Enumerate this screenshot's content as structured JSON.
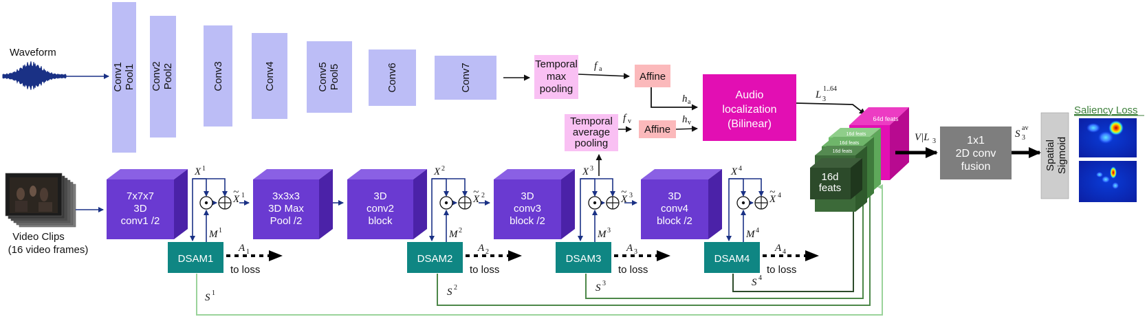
{
  "colors": {
    "audio_conv": "#bcbdf6",
    "pink_light": "#f9c0f3",
    "affine": "#fbb9bb",
    "magenta": "#e20fb3",
    "purple_front": "#6a3ad1",
    "purple_top": "#8a60e4",
    "purple_side": "#4b22a8",
    "teal": "#0f8683",
    "fusion_gray": "#7e7e7e",
    "sigmoid_gray": "#cdcdcd",
    "arrow_blue": "#1a3185",
    "green_dark": "#2c4a2a",
    "green_mid": "#4c8748",
    "green_light": "#9ad39a"
  },
  "audio": {
    "waveform_label": "Waveform",
    "conv_layers": [
      {
        "line1": "Conv1",
        "line2": "Pool1"
      },
      {
        "line1": "Conv2",
        "line2": "Pool2"
      },
      {
        "line1": "Conv3",
        "line2": ""
      },
      {
        "line1": "Conv4",
        "line2": ""
      },
      {
        "line1": "Conv5",
        "line2": "Pool5"
      },
      {
        "line1": "Conv6",
        "line2": ""
      },
      {
        "line1": "Conv7",
        "line2": ""
      }
    ],
    "temporal_max_pooling": [
      "Temporal",
      "max",
      "pooling"
    ],
    "f_a": "f",
    "f_a_sub": "a",
    "affine_a": "Affine",
    "h_a": "h",
    "h_a_sub": "a"
  },
  "visual_branch": {
    "temporal_average_pooling": [
      "Temporal",
      "average",
      "pooling"
    ],
    "f_v": "f",
    "f_v_sub": "v",
    "affine_v": "Affine",
    "h_v": "h",
    "h_v_sub": "v"
  },
  "audio_localization": [
    "Audio",
    "localization",
    "(Bilinear)"
  ],
  "l3_label": "L",
  "l3_sub": "3",
  "l3_sup": "1..64",
  "video": {
    "label_line1": "Video Clips",
    "label_line2": "(16 video frames)"
  },
  "blocks_3d": [
    {
      "lines": [
        "7x7x7",
        "3D",
        "conv1 /2"
      ]
    },
    {
      "lines": [
        "3x3x3",
        "3D Max",
        "Pool /2"
      ]
    },
    {
      "lines": [
        "3D",
        "conv2",
        "block"
      ]
    },
    {
      "lines": [
        "3D",
        "conv3",
        "block /2"
      ]
    },
    {
      "lines": [
        "3D",
        "conv4",
        "block /2"
      ]
    }
  ],
  "dsam": [
    {
      "label": "DSAM1",
      "x_sym": "X",
      "x_sup": "1",
      "xt_sup": "1",
      "m_sup": "1",
      "a_sub": "1",
      "s_sup": "1",
      "to_loss": "to loss"
    },
    {
      "label": "DSAM2",
      "x_sym": "X",
      "x_sup": "2",
      "xt_sup": "2",
      "m_sup": "2",
      "a_sub": "2",
      "s_sup": "2",
      "to_loss": "to loss"
    },
    {
      "label": "DSAM3",
      "x_sym": "X",
      "x_sup": "3",
      "xt_sup": "3",
      "m_sup": "3",
      "a_sub": "3",
      "s_sup": "3",
      "to_loss": "to loss"
    },
    {
      "label": "DSAM4",
      "x_sym": "X",
      "x_sup": "4",
      "xt_sup": "4",
      "m_sup": "4",
      "a_sub": "4",
      "s_sup": "4",
      "to_loss": "to loss"
    }
  ],
  "symbols": {
    "M": "M",
    "A": "A",
    "S": "S"
  },
  "feature_stack": {
    "feats_64": "64d feats",
    "feats_16_small": "16d feats",
    "feats_16_line1": "16d",
    "feats_16_line2": "feats"
  },
  "concat_label": "V|L",
  "concat_sub": "3",
  "fusion": [
    "1x1",
    "2D conv",
    "fusion"
  ],
  "s3av_label": "S",
  "s3av_sub": "3",
  "s3av_sup": "av",
  "spatial_sigmoid": [
    "Spatial",
    "Sigmoid"
  ],
  "saliency_loss": "Saliency Loss"
}
